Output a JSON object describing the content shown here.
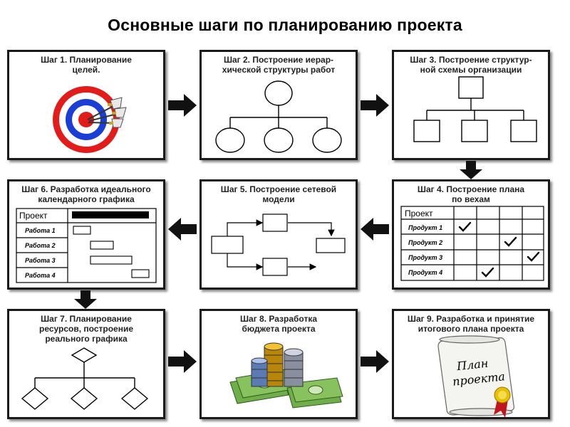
{
  "title": "Основные шаги по планированию проекта",
  "steps": [
    {
      "title": "Шаг 1. Планирование\nцелей."
    },
    {
      "title": "Шаг 2. Построение иерар-\nхической структуры работ"
    },
    {
      "title": "Шаг 3. Построение структур-\nной схемы организации"
    },
    {
      "title": "Шаг 4. Построение плана\nпо вехам"
    },
    {
      "title": "Шаг 5. Построение сетевой\nмодели"
    },
    {
      "title": "Шаг 6. Разработка идеального\nкалендарного графика"
    },
    {
      "title": "Шаг 7. Планирование\nресурсов, построение\nреального графика"
    },
    {
      "title": "Шаг 8. Разработка\nбюджета проекта"
    },
    {
      "title": "Шаг 9. Разработка и принятие\nитогового плана проекта"
    }
  ],
  "milestone_table": {
    "header": "Проект",
    "rows": [
      "Продукт 1",
      "Продукт 2",
      "Продукт 3",
      "Продукт 4"
    ]
  },
  "gantt_table": {
    "header": "Проект",
    "rows": [
      "Работа 1",
      "Работа 2",
      "Работа 3",
      "Работа 4"
    ]
  },
  "scroll": {
    "line1": "План",
    "line2": "проекта"
  }
}
